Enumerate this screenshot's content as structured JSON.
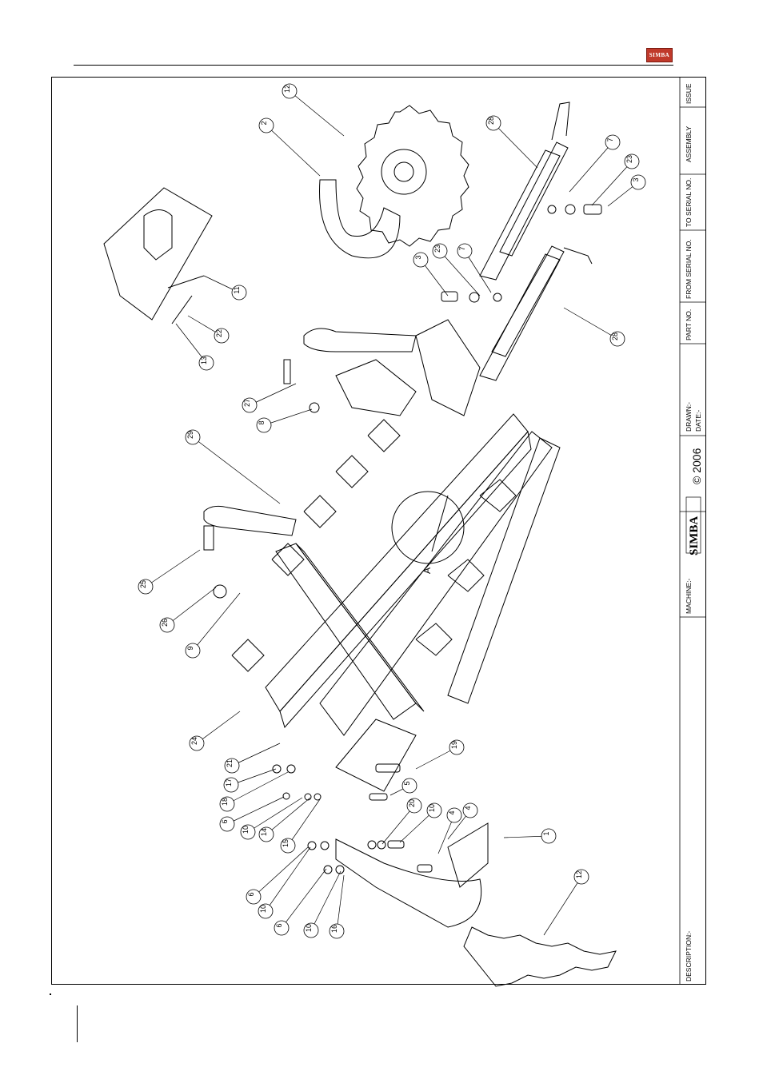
{
  "header": {
    "logo_text": "SIMBA",
    "logo_color": "#c0392b"
  },
  "title_block": {
    "description_label": "DESCRIPTION:-",
    "machine_label": "MACHINE:-",
    "logo_text": "SIMBA",
    "copyright": "© 2006",
    "drawn_label": "DRAWN:-",
    "date_label": "DATE:-",
    "part_no_label": "PART NO.",
    "from_serial_label": "FROM SERIAL NO.",
    "to_serial_label": "TO SERIAL NO.",
    "assembly_label": "ASSEMBLY",
    "issue_label": "ISSUE"
  },
  "detail_label": "A",
  "callouts": [
    "1",
    "2",
    "3",
    "3",
    "4",
    "4",
    "5",
    "6",
    "6",
    "6",
    "7",
    "7",
    "8",
    "9",
    "10",
    "10",
    "10",
    "10",
    "11",
    "12",
    "12",
    "13",
    "14",
    "15",
    "16",
    "17",
    "18",
    "19",
    "20",
    "21",
    "22",
    "23",
    "23",
    "24",
    "25",
    "26",
    "27",
    "28",
    "28",
    "29"
  ]
}
